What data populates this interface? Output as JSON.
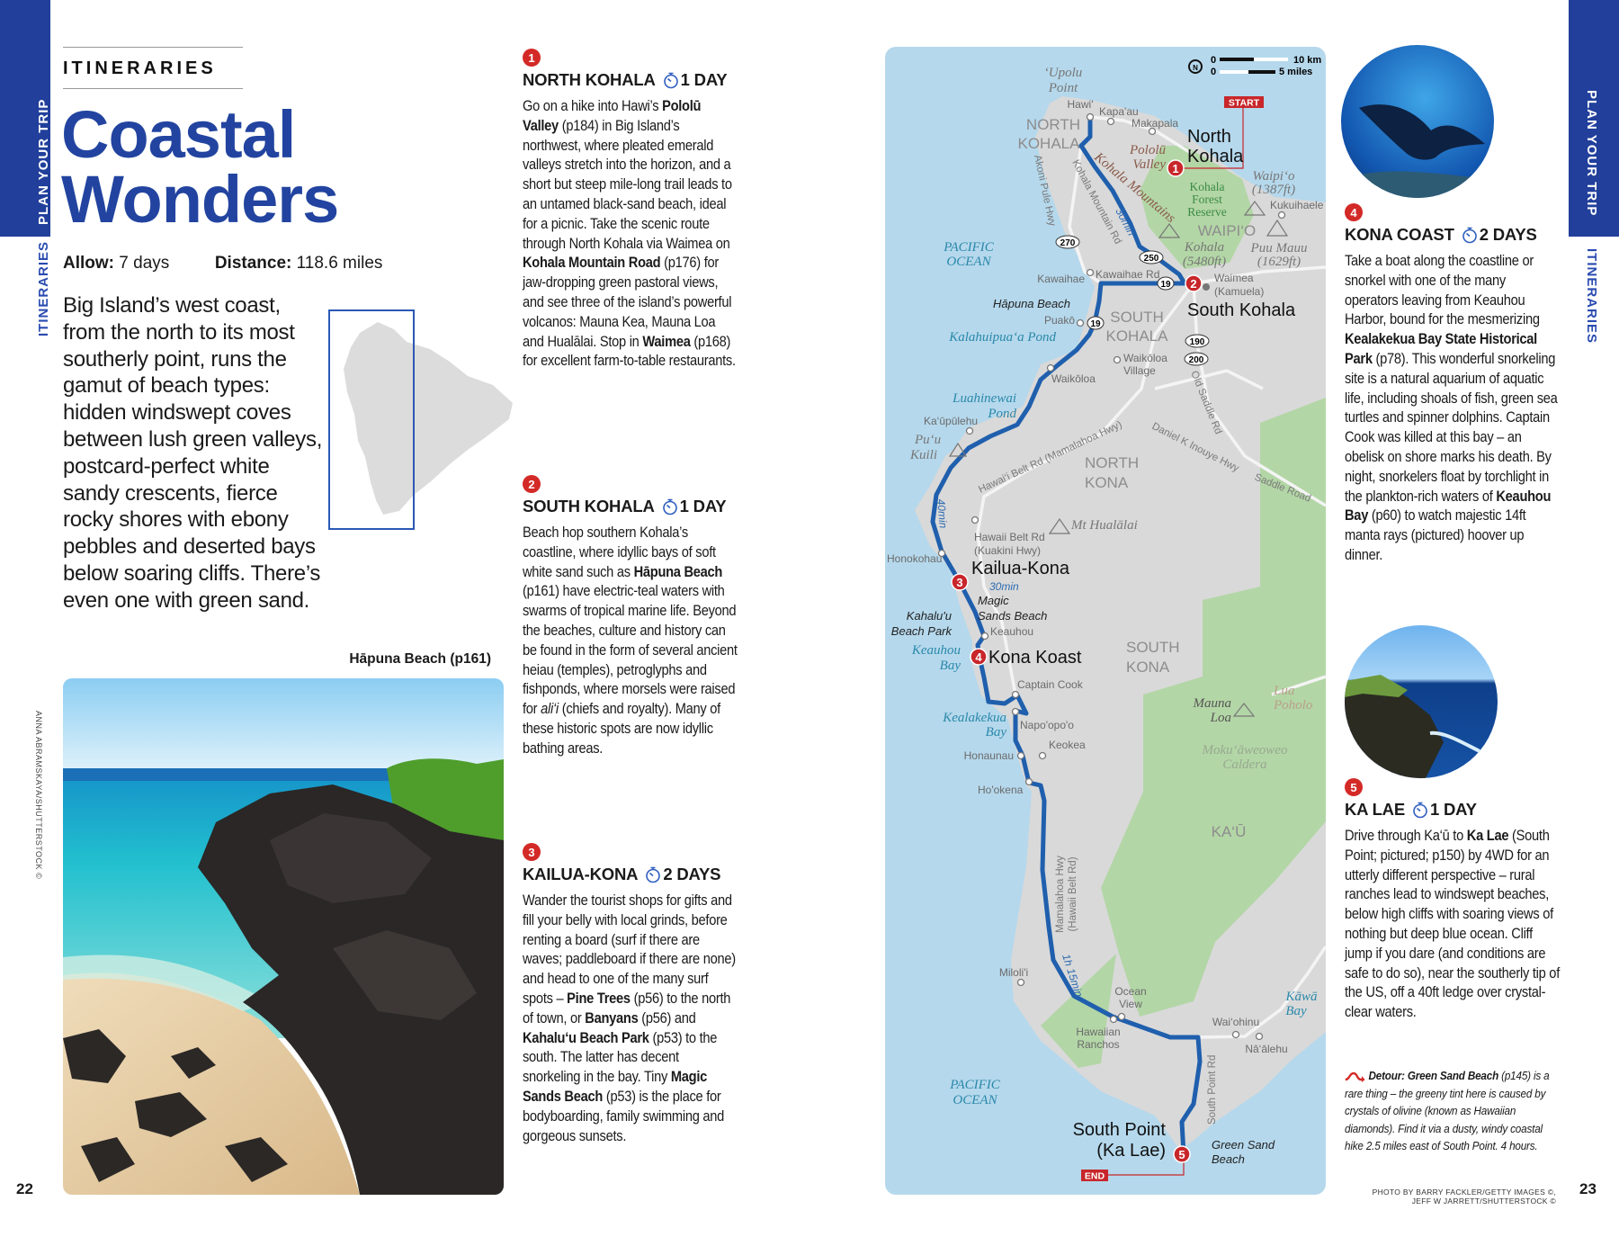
{
  "sidebar_left": {
    "section": "PLAN YOUR TRIP",
    "chapter": "ITINERARIES"
  },
  "sidebar_right": {
    "section": "PLAN YOUR TRIP",
    "chapter": "ITINERARIES"
  },
  "header": {
    "kicker": "ITINERARIES",
    "title_line1": "Coastal",
    "title_line2": "Wonders"
  },
  "meta": {
    "allow_label": "Allow:",
    "allow_value": "7 days",
    "distance_label": "Distance:",
    "distance_value": "118.6 miles"
  },
  "intro": "Big Island’s west coast, from the north to its most southerly point, runs the gamut of beach types: hidden windswept coves between lush green valleys, postcard-perfect white sandy crescents, fierce rocky shores with ebony pebbles and deserted bays below soaring cliffs. There’s even one with green sand.",
  "photo": {
    "caption": "Hāpuna Beach (p161)",
    "credit": "ANNA ABRAMSKAYA/SHUTTERSTOCK ©"
  },
  "page_numbers": {
    "left": "22",
    "right": "23"
  },
  "colors": {
    "brand_blue": "#213f9b",
    "badge_red": "#d32a27",
    "route_blue": "#1f5fad",
    "sea": "#b5d8ec",
    "land": "#d9d9d9",
    "green": "#b3d6a6"
  },
  "itinerary": {
    "stops": [
      {
        "num": "1",
        "title": "NORTH KOHALA",
        "icon": "stopwatch-icon",
        "duration": "1 DAY",
        "body": [
          {
            "t": "Go on a hike into Hawi’s "
          },
          {
            "t": "Pololū Valley",
            "b": true
          },
          {
            "t": " (p184) in Big Island’s northwest, where pleated emerald valleys stretch into the horizon, and a short but steep mile-long trail leads to an untamed black-sand beach, ideal for a picnic. Take the scenic route through North Kohala via Waimea on "
          },
          {
            "t": "Kohala Mountain Road",
            "b": true
          },
          {
            "t": " (p176) for jaw-dropping green pastoral views, and see three of the island’s powerful volcanos: Mauna Kea, Mauna Loa and Hualālai. Stop in "
          },
          {
            "t": "Waimea",
            "b": true
          },
          {
            "t": " (p168) for excellent farm-to-table restaurants."
          }
        ]
      },
      {
        "num": "2",
        "title": "SOUTH KOHALA",
        "icon": "stopwatch-icon",
        "duration": "1 DAY",
        "body": [
          {
            "t": "Beach hop southern Kohala’s coastline, where idyllic bays of soft white sand such as "
          },
          {
            "t": "Hāpuna Beach",
            "b": true
          },
          {
            "t": " (p161) have electric-teal waters with swarms of tropical marine life. Beyond the beaches, culture and history can be found in the form of several ancient heiau (temples), petroglyphs and fishponds, where morsels were raised for "
          },
          {
            "t": "ali‘i",
            "i": true
          },
          {
            "t": " (chiefs and royalty). Many of these historic spots are now idyllic bathing areas."
          }
        ]
      },
      {
        "num": "3",
        "title": "KAILUA-KONA",
        "icon": "stopwatch-icon",
        "duration": "2 DAYS",
        "body": [
          {
            "t": "Wander the tourist shops for gifts and fill your belly with local grinds, before renting a board (surf if there are waves; paddleboard if there are none) and head to one of the many surf spots – "
          },
          {
            "t": "Pine Trees",
            "b": true
          },
          {
            "t": " (p56) to the north of town, or "
          },
          {
            "t": "Banyans",
            "b": true
          },
          {
            "t": " (p56) and "
          },
          {
            "t": "Kahalu‘u Beach Park",
            "b": true
          },
          {
            "t": " (p53) to the south. The latter has decent snorkeling in the bay. Tiny "
          },
          {
            "t": "Magic Sands Beach",
            "b": true
          },
          {
            "t": " (p53) is the place for bodyboarding, family swimming and gorgeous sunsets."
          }
        ]
      },
      {
        "num": "4",
        "title": "KONA COAST",
        "icon": "stopwatch-icon",
        "duration": "2 DAYS",
        "body": [
          {
            "t": "Take a boat along the coastline or snorkel with one of the many operators leaving from Keauhou Harbor, bound for the mesmerizing "
          },
          {
            "t": "Kealakekua Bay State Historical Park",
            "b": true
          },
          {
            "t": " (p78). This wonderful snorkeling site is a natural aquarium of aquatic life, including shoals of fish, green sea turtles and spinner dolphins. Captain Cook was killed at this bay – an obelisk on shore marks his death. By night, snorkelers float by torchlight in the plankton-rich waters of "
          },
          {
            "t": "Keauhou Bay",
            "b": true
          },
          {
            "t": " (p60) to watch majestic 14ft manta rays (pictured) hoover up dinner."
          }
        ]
      },
      {
        "num": "5",
        "title": "KA LAE",
        "icon": "stopwatch-icon",
        "duration": "1 DAY",
        "body": [
          {
            "t": "Drive through Ka‘ū to "
          },
          {
            "t": "Ka Lae",
            "b": true
          },
          {
            "t": " (South Point; pictured; p150) by 4WD for an utterly different perspective – rural ranches lead to windswept beaches, below high cliffs with soaring views of nothing but deep blue ocean. Cliff jump if you dare (and conditions are safe to do so), near the southerly tip of the US, off a 40ft ledge over crystal-clear waters."
          }
        ]
      }
    ]
  },
  "detour": {
    "icon": "detour-arrow-icon",
    "body": [
      {
        "t": "Detour: Green Sand Beach",
        "b": true
      },
      {
        "t": " (p145) is a rare thing – the greeny tint here is caused by crystals of olivine (known as Hawaiian diamonds). Find it via a dusty, windy coastal hike 2.5 miles east of South Point. 4 hours."
      }
    ]
  },
  "photo_credit": {
    "line1": "PHOTO BY BARRY FACKLER/GETTY IMAGES ©,",
    "line2": "JEFF W JARRETT/SHUTTERSTOCK ©"
  },
  "map": {
    "scale": {
      "zero": "0",
      "km": "10 km",
      "miles": "5 miles",
      "compass": "N"
    },
    "start": "START",
    "end": "END",
    "markers": [
      "1",
      "2",
      "3",
      "4",
      "5"
    ],
    "labels": {
      "upolu": [
        "‘Upolu",
        "Point"
      ],
      "hawi": "Hawi'",
      "kapaau": "Kapa'au",
      "makapala": "Makapala",
      "north_kohala_region": [
        "NORTH",
        "KOHALA"
      ],
      "north_kohala": [
        "North",
        "Kohala"
      ],
      "pololu": [
        "Pololū",
        "Valley"
      ],
      "kohala_mtns": "Kohala Mountains",
      "forest": [
        "Kohala",
        "Forest",
        "Reserve"
      ],
      "waipio_pk": [
        "Waipi‘o",
        "(1387ft)"
      ],
      "kukuihaele": "Kukuihaele",
      "waipio_region": "WAIPI‘O",
      "kohala_pk": [
        "Kohala",
        "(5480ft)"
      ],
      "puu_mauu": [
        "Puu Mauu",
        "(1629ft)"
      ],
      "akoni": "Akoni Pule Hwy",
      "kohala_mtn_rd": "Kohala Mountain Rd",
      "dur1": "30min",
      "pacific1": [
        "PACIFIC",
        "OCEAN"
      ],
      "kawaihae": "Kawaihae",
      "kawaihae_rd": "Kawaihae Rd",
      "waimea": [
        "Waimea",
        "(Kamuela)"
      ],
      "south_kohala": "South Kohala",
      "south_kohala_region": [
        "SOUTH",
        "KOHALA"
      ],
      "hapuna": "Hāpuna Beach",
      "puako": "Puakō",
      "kalahuipuaa": "Kalahuipua‘a Pond",
      "waikoloa_village": [
        "Waikōloa",
        "Village"
      ],
      "waikoloa": "Waikōloa",
      "luahinewai": [
        "Luahinewai",
        "Pond"
      ],
      "kaupulehu": "Ka‘ūpūlehu",
      "puukuili": [
        "Pu‘u",
        "Kuili"
      ],
      "belt_rd": "Hawai‘i Belt Rd (Mamalahoa Hwy)",
      "inouye": "Daniel K Inouye Hwy",
      "saddle": "Saddle Road",
      "old_saddle": "Old Saddle Rd",
      "north_kona": [
        "NORTH",
        "KONA"
      ],
      "hualalai": "Mt Hualālai",
      "kuakini": [
        "Hawaii Belt Rd",
        "(Kuakini Hwy)"
      ],
      "dur2": "40min",
      "honokohau": "Honokohau",
      "kailua_kona": "Kailua-Kona",
      "dur3": "30min",
      "magic_sands": [
        "Magic",
        "Sands Beach"
      ],
      "kahaluu": [
        "Kahalu'u",
        "Beach Park"
      ],
      "keauhou": "Keauhou",
      "keauhou_bay": [
        "Keauhou",
        "Bay"
      ],
      "kona_koast": "Kona Koast",
      "south_kona": [
        "SOUTH",
        "KONA"
      ],
      "captain_cook": "Captain Cook",
      "kealakekua": [
        "Kealakekua",
        "Bay"
      ],
      "napoopoo": "Napo'opo'o",
      "honaunau": "Honaunau",
      "keokea": "Keokea",
      "hookena": "Ho'okena",
      "mauna_loa": [
        "Mauna",
        "Loa"
      ],
      "lua_poholo": [
        "Lua",
        "Poholo"
      ],
      "mokuaweoweo": [
        "Moku‘āweoweo",
        "Caldera"
      ],
      "kau": "KA‘Ū",
      "mamalahoa": [
        "Mamalahoa Hwy",
        "(Hawaii Belt Rd)"
      ],
      "milolii": "Miloli'i",
      "dur4": "1h 15min",
      "ocean_view": [
        "Ocean",
        "View"
      ],
      "hawaiian_ranchos": [
        "Hawaiian",
        "Ranchos"
      ],
      "waiohinu": "Wai‘ohinu",
      "naalehu": "Nā‘ālehu",
      "kawa_bay": [
        "Kāwā",
        "Bay"
      ],
      "pacific2": [
        "PACIFIC",
        "OCEAN"
      ],
      "south_point_rd": "South Point Rd",
      "south_point": [
        "South Point",
        "(Ka Lae)"
      ],
      "green_sand": [
        "Green Sand",
        "Beach"
      ]
    },
    "shields": [
      "270",
      "250",
      "19",
      "19",
      "190",
      "200"
    ]
  }
}
